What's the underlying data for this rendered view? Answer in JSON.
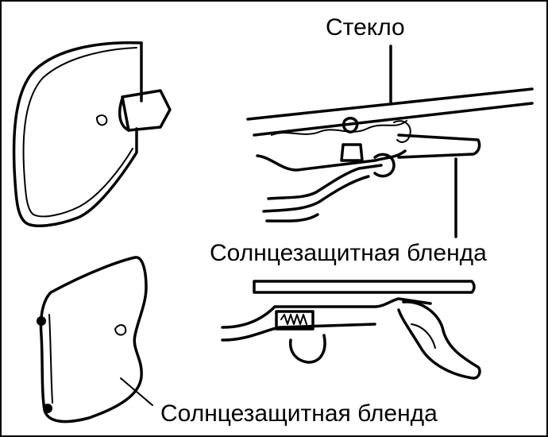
{
  "labels": {
    "glass": "Стекло",
    "sun_visor_top": "Солнцезащитная бленда",
    "sun_visor_bottom": "Солнцезащитная бленда"
  }
}
